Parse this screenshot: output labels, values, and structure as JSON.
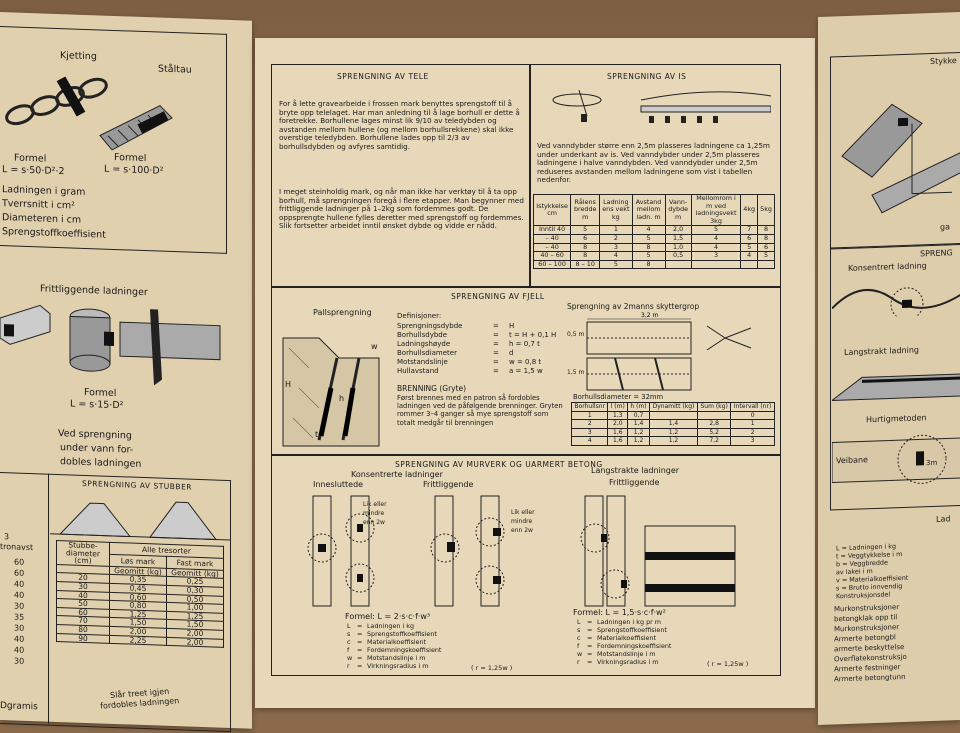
{
  "left": {
    "top_labels": {
      "kjetting": "Kjetting",
      "staltau": "Ståltau"
    },
    "formula1": {
      "label": "Formel",
      "expr": "L = s·50·D²·2"
    },
    "formula2": {
      "label": "Formel",
      "expr": "L = s·100·D²"
    },
    "legend": [
      "Ladningen i gram",
      "Tverrsnitt i cm²",
      "Diameteren i cm",
      "Sprengstoffkoeffisient"
    ],
    "fritt_title": "Frittliggende ladninger",
    "fritt_formula": {
      "label": "Formel",
      "expr": "L = s·15·D²"
    },
    "water_note": [
      "Ved sprengning",
      "under vann for-",
      "dobles ladningen"
    ],
    "stubber_title": "SPRENGNING AV STUBBER",
    "stubber_headers": {
      "col_diam": "Stubbe-diameter (cm)",
      "all": "Alle tresorter",
      "los": "Løs mark",
      "fast": "Fast mark",
      "geomitt": "Geomitt (kg)"
    },
    "stubber_rows": [
      [
        "20",
        "0,35",
        "0,25"
      ],
      [
        "30",
        "0,45",
        "0,30"
      ],
      [
        "40",
        "0,60",
        "0,50"
      ],
      [
        "50",
        "0,80",
        "1,00"
      ],
      [
        "60",
        "1,25",
        "1,25"
      ],
      [
        "70",
        "1,50",
        "1,50"
      ],
      [
        "80",
        "2,00",
        "2,00"
      ],
      [
        "90",
        "2,25",
        "2,00"
      ]
    ],
    "edge_col": {
      "head1": "3",
      "head2": "tronavst",
      "values": [
        "60",
        "60",
        "40",
        "40",
        "30",
        "35",
        "30",
        "40",
        "40",
        "30"
      ]
    },
    "stubber_note": [
      "Slår treet igjen",
      "fordobles ladningen"
    ],
    "bottom_edge": "Dgramis"
  },
  "mid": {
    "tele": {
      "title": "SPRENGNING AV TELE",
      "para1": "For å lette gravearbeide i frossen mark benyttes sprengstoff til å bryte opp telelaget. Har man anledning til å lage borhull er dette å foretrekke. Borhullene lages minst lik 9/10 av teledybden og avstanden mellom hullene (og mellom borhullsrekkene) skal ikke overstige teledybden. Borhullene lades opp til 2/3 av borhullsdybden og avfyres samtidig.",
      "para2": "I meget steinholdig mark, og når man ikke har verktøy til å ta opp borhull, må sprengningen foregå i flere etapper. Man begynner med frittliggende ladninger på 1–2kg som fordemmes godt. De oppsprengte hullene fylles deretter med sprengstoff og fordemmes. Slik fortsetter arbeidet inntil ønsket dybde og vidde er nådd."
    },
    "is": {
      "title": "SPRENGNING AV IS",
      "para": "Ved vanndybder større enn 2,5m plasseres ladningene ca 1,25m under underkant av is. Ved vanndybder under 2,5m plasseres ladningene i halve vanndybden. Ved vanndybder under 2,5m reduseres avstanden mellom ladningene som vist i tabellen nedenfor.",
      "headers": [
        "Istykkelse cm",
        "Rålens bredde m",
        "Ladning ens vekt kg",
        "Avstand mellom ladn. m",
        "Vann-dybde m",
        "Mellomrom i m ved ladningsvekt 3kg",
        "4kg",
        "5kg"
      ],
      "rows": [
        [
          "Inntil 40",
          "5",
          "1",
          "4",
          "2,0",
          "5",
          "7",
          "8"
        ],
        [
          "– 40",
          "6",
          "2",
          "5",
          "1,5",
          "4",
          "6",
          "8"
        ],
        [
          "– 40",
          "8",
          "3",
          "8",
          "1,0",
          "4",
          "5",
          "6"
        ],
        [
          "40 – 60",
          "8",
          "4",
          "5",
          "0,5",
          "3",
          "4",
          "5"
        ],
        [
          "60 – 100",
          "8 – 10",
          "5",
          "8",
          "",
          "",
          "",
          ""
        ]
      ]
    },
    "fjell": {
      "title": "SPRENGNING AV FJELL",
      "pall": "Pallsprengning",
      "def_title": "Definisjoner:",
      "defs": [
        [
          "Sprengningsdybde",
          "=",
          "H"
        ],
        [
          "Borhullsdybde",
          "=",
          "t = H + 0,1 H"
        ],
        [
          "Ladningshøyde",
          "=",
          "h = 0,7 t"
        ],
        [
          "Borhullsdiameter",
          "=",
          "d"
        ],
        [
          "Motstandslinje",
          "=",
          "w = 0,8 t"
        ],
        [
          "Hullavstand",
          "=",
          "a = 1,5 w"
        ]
      ],
      "brenning_title": "BRENNING (Gryte)",
      "brenning_text": "Først brennes med en patron så fordobles ladningen ved de påfølgende brenninger. Gryten rommer 3–4 ganger så mye sprengstoff som totalt medgår til brenningen",
      "grop_title": "Sprengning av 2manns skyttergrop",
      "grop_dims": {
        "w": "3,2 m",
        "h1": "0,5 m",
        "h2": "1,5 m"
      },
      "diam_label": "Borhullsdiameter = 32mm",
      "grop_headers": [
        "Borhullsnr",
        "l (m)",
        "h (m)",
        "Dynamitt (kg)",
        "Sum (kg)",
        "Intervall (nr)"
      ],
      "grop_rows": [
        [
          "1",
          "1,3",
          "0,7",
          "",
          "",
          "0"
        ],
        [
          "2",
          "2,0",
          "1,4",
          "1,4",
          "2,8",
          "1"
        ],
        [
          "3",
          "1,6",
          "1,2",
          "1,2",
          "5,2",
          "2"
        ],
        [
          "4",
          "1,6",
          "1,2",
          "1,2",
          "7,2",
          "3"
        ]
      ],
      "labels": {
        "H": "H",
        "h": "h",
        "t": "t",
        "w": "w"
      }
    },
    "murverk": {
      "title": "SPRENGNING AV MURVERK OG UARMERT BETONG",
      "konsentrerte": "Konsentrerte ladninger",
      "innesluttede": "Innesluttede",
      "frittliggende": "Frittliggende",
      "langstrakte": "Langstrakte ladninger",
      "frittliggende2": "Frittliggende",
      "small_notes": [
        "Lik eller mindre enn 2w",
        "Lik eller mindre enn 2w"
      ],
      "formel1": "Formel:   L = 2·s·c·f·w³",
      "formel2": "Formel:   L = 1,5·s·c·f·w²",
      "legend1": [
        [
          "L",
          "=",
          "Ladningen  i  kg"
        ],
        [
          "s",
          "=",
          "Sprengstoffkoeffisient"
        ],
        [
          "c",
          "=",
          "Materialkoeffisient"
        ],
        [
          "f",
          "=",
          "Fordemningskoeffisient"
        ],
        [
          "w",
          "=",
          "Motstandslinje  i  m"
        ],
        [
          "r",
          "=",
          "Virkningsradius  i  m"
        ]
      ],
      "legend2": [
        [
          "L",
          "=",
          "Ladningen  i  kg pr m"
        ],
        [
          "s",
          "=",
          "Sprengstoffkoeffisient"
        ],
        [
          "c",
          "=",
          "Materialkoeffisient"
        ],
        [
          "f",
          "=",
          "Fordemningskoeffisient"
        ],
        [
          "w",
          "=",
          "Motstandslinje  i  m"
        ],
        [
          "r",
          "=",
          "Virkningsradius  i  m"
        ]
      ],
      "r_note1": "( r = 1,25w )",
      "r_note2": "( r = 1,25w )"
    }
  },
  "right": {
    "top_word": "Stykke",
    "top_word2": "ga",
    "title": "SPRENG",
    "konsentrert": "Konsentrert ladning",
    "langstrakt": "Langstrakt ladning",
    "hurtig": "Hurtigmetoden",
    "veibane": "Veibane",
    "measure": "3m",
    "lad": "Lad",
    "legend": [
      "L = Ladningen i kg",
      "t = Veggtykkelse i m",
      "b = Veggbredde",
      "  av lakei i m",
      "v = Materialkoeffisient",
      "s = Brutto innvendig",
      "  Konstruksjonsdel"
    ],
    "notes": [
      "Murkonstruksjoner",
      "betongklak opp til",
      "Murkonstruksjoner",
      "Armerte betongbl",
      "armerte beskyttelse",
      "Overflatekonstruksjo",
      "Armerte festninger",
      "Armerte betongtunn"
    ]
  }
}
